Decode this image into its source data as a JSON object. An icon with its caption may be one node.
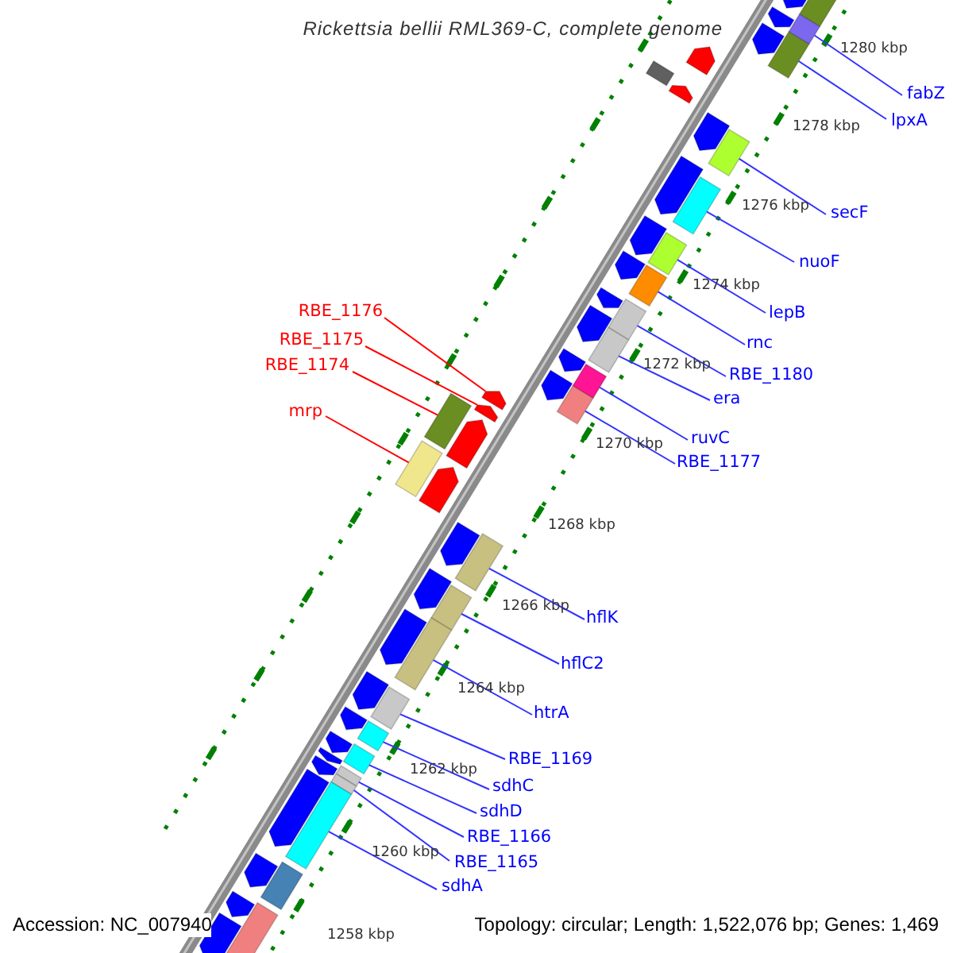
{
  "diagram": {
    "title": "Rickettsia bellii RML369-C, complete genome",
    "nodes": [
      {
        "text": [
          "fabZ"
        ]
      },
      {
        "text": [
          "lpxA"
        ]
      },
      {
        "text": [
          "secF"
        ]
      },
      {
        "text": [
          "nuoF"
        ]
      },
      {
        "text": [
          "RBE_1176"
        ]
      },
      {
        "text": [
          "lepB"
        ]
      },
      {
        "text": [
          "RBE_1175"
        ]
      },
      {
        "text": [
          "rnc"
        ]
      },
      {
        "text": [
          "RBE_1174"
        ]
      },
      {
        "text": [
          "RBE_1180"
        ]
      },
      {
        "text": [
          "era"
        ]
      },
      {
        "text": [
          "mrp"
        ]
      },
      {
        "text": [
          "ruvC"
        ]
      },
      {
        "text": [
          "RBE_1177"
        ]
      },
      {
        "text": [
          "hflK"
        ]
      },
      {
        "text": [
          "hflC2"
        ]
      },
      {
        "text": [
          "htrA"
        ]
      },
      {
        "text": [
          "RBE_1169"
        ]
      },
      {
        "text": [
          "sdhC"
        ]
      },
      {
        "text": [
          "sdhD"
        ]
      },
      {
        "text": [
          "RBE_1166"
        ]
      },
      {
        "text": [
          "RBE_1165"
        ]
      },
      {
        "text": [
          "sdhA"
        ]
      },
      {
        "text": [],
        "shape": "box"
      },
      {
        "text": [],
        "shape": "box"
      },
      {
        "text": [],
        "shape": "box"
      },
      {
        "text": [],
        "shape": "box"
      },
      {
        "text": [],
        "shape": "box"
      },
      {
        "text": [],
        "shape": "box"
      },
      {
        "text": [],
        "shape": "box"
      },
      {
        "text": [],
        "shape": "box"
      },
      {
        "text": [],
        "shape": "box"
      },
      {
        "text": [],
        "shape": "pentagon"
      },
      {
        "text": [],
        "shape": "box"
      },
      {
        "text": [],
        "shape": "pentagon"
      },
      {
        "text": [],
        "shape": "box"
      },
      {
        "text": [],
        "shape": "box"
      },
      {
        "text": [],
        "shape": "box"
      },
      {
        "text": [],
        "shape": "box"
      },
      {
        "text": [],
        "shape": "box"
      },
      {
        "text": [],
        "shape": "box"
      },
      {
        "text": [],
        "shape": "box"
      },
      {
        "text": [],
        "shape": "box"
      },
      {
        "text": [],
        "shape": "box"
      },
      {
        "text": [],
        "shape": "box"
      },
      {
        "text": [],
        "shape": "box"
      },
      {
        "text": [],
        "shape": "box"
      },
      {
        "text": [],
        "shape": "pentagon"
      },
      {
        "text": [],
        "shape": "box"
      },
      {
        "text": [],
        "shape": "pentagon"
      },
      {
        "text": [],
        "shape": "pentagon"
      },
      {
        "text": [],
        "shape": "pentagon"
      },
      {
        "text": [],
        "shape": "box"
      },
      {
        "text": [],
        "shape": "box"
      }
    ],
    "edges": [
      {
        "from": 0,
        "to": 23,
        "arrow": "none"
      },
      {
        "from": 1,
        "to": 24,
        "arrow": "none"
      },
      {
        "from": 2,
        "to": 25,
        "arrow": "none"
      },
      {
        "from": 3,
        "to": 26,
        "arrow": "none"
      },
      {
        "from": 4,
        "to": 32,
        "arrow": "none",
        "color": "#ff0000"
      },
      {
        "from": 5,
        "to": 27,
        "arrow": "none"
      },
      {
        "from": 6,
        "to": 34,
        "arrow": "none",
        "color": "#ff0000"
      },
      {
        "from": 7,
        "to": 28,
        "arrow": "none"
      },
      {
        "from": 8,
        "to": 35,
        "arrow": "none",
        "color": "#ff0000"
      },
      {
        "from": 9,
        "to": 29,
        "arrow": "none"
      },
      {
        "from": 10,
        "to": 30,
        "arrow": "none"
      },
      {
        "from": 11,
        "to": 36,
        "arrow": "none",
        "color": "#ff0000"
      },
      {
        "from": 12,
        "to": 31,
        "arrow": "none"
      },
      {
        "from": 13,
        "to": 33,
        "arrow": "none"
      },
      {
        "from": 14,
        "to": 37,
        "arrow": "none"
      },
      {
        "from": 15,
        "to": 38,
        "arrow": "none"
      },
      {
        "from": 16,
        "to": 39,
        "arrow": "none"
      },
      {
        "from": 17,
        "to": 40,
        "arrow": "none"
      },
      {
        "from": 18,
        "to": 41,
        "arrow": "none"
      },
      {
        "from": 19,
        "to": 42,
        "arrow": "none"
      },
      {
        "from": 20,
        "to": 43,
        "arrow": "none"
      },
      {
        "from": 21,
        "to": 44,
        "arrow": "none"
      },
      {
        "from": 22,
        "to": 45,
        "arrow": "none"
      }
    ],
    "labels": [
      "1280 kbp",
      "1278 kbp",
      "1276 kbp",
      "1274 kbp",
      "1272 kbp",
      "1270 kbp",
      "1268 kbp",
      "1266 kbp",
      "1264 kbp",
      "1262 kbp",
      "1260 kbp",
      "1258 kbp",
      "Accession: NC_007940",
      "Topology: circular; Length: 1,522,076 bp; Genes: 1,469"
    ]
  }
}
